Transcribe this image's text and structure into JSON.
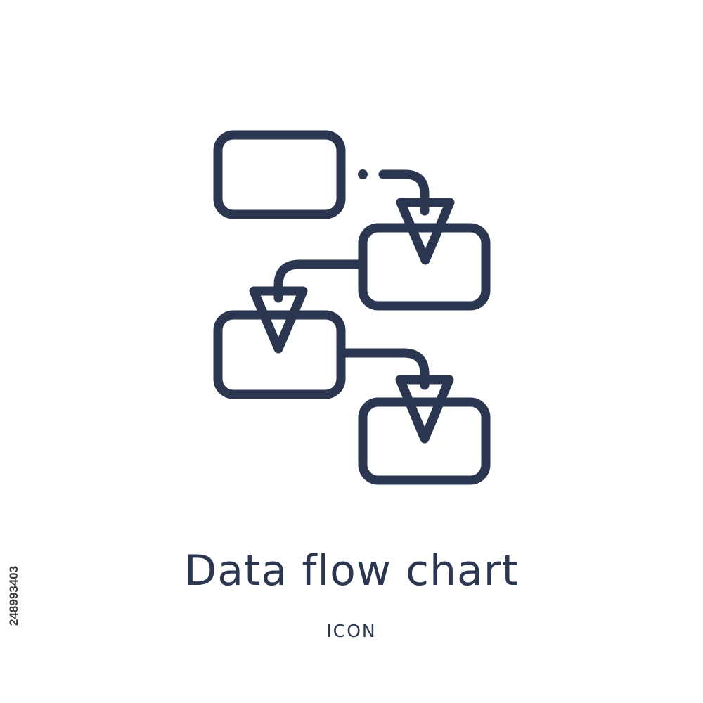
{
  "title": "Data flow chart",
  "subtitle": "ICON",
  "stock_id": "248993403",
  "icon_name": "data-flow-chart-icon",
  "colors": {
    "stroke": "#2b3650",
    "background": "#ffffff",
    "side_text": "#3a3a3a"
  }
}
